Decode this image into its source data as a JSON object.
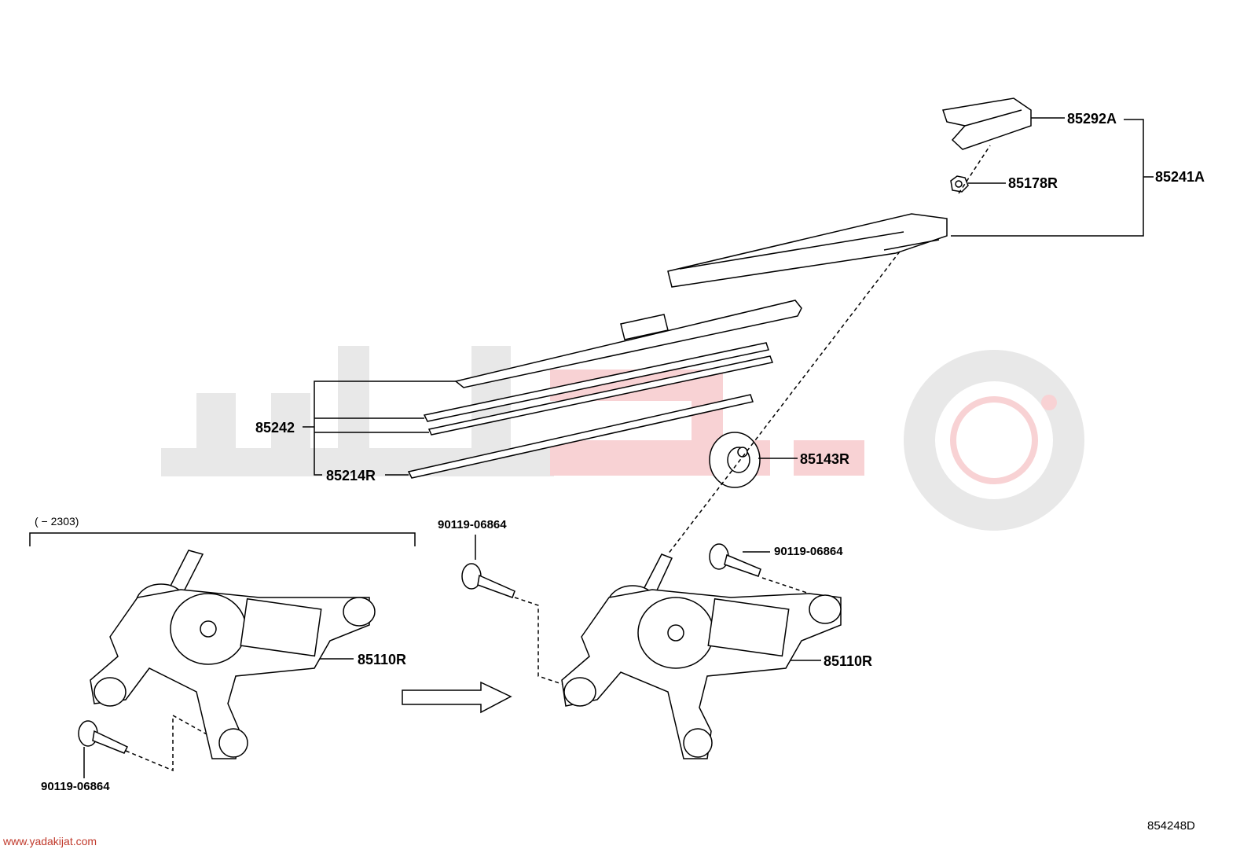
{
  "labels": {
    "cap": "85292A",
    "arm_assy": "85241A",
    "nut": "85178R",
    "blade": "85242",
    "rubber": "85214R",
    "pivot_cap": "85143R",
    "motor_left": "85110R",
    "motor_right": "85110R",
    "bolt_left": "90119-06864",
    "bolt_mid": "90119-06864",
    "bolt_right": "90119-06864"
  },
  "range_note": "(     − 2303)",
  "diagram_code": "854248D",
  "watermark_url": "www.yadakijat.com",
  "colors": {
    "line": "#000000",
    "watermark_gray": "#e6e6e6",
    "watermark_red": "#f6c9cc"
  }
}
